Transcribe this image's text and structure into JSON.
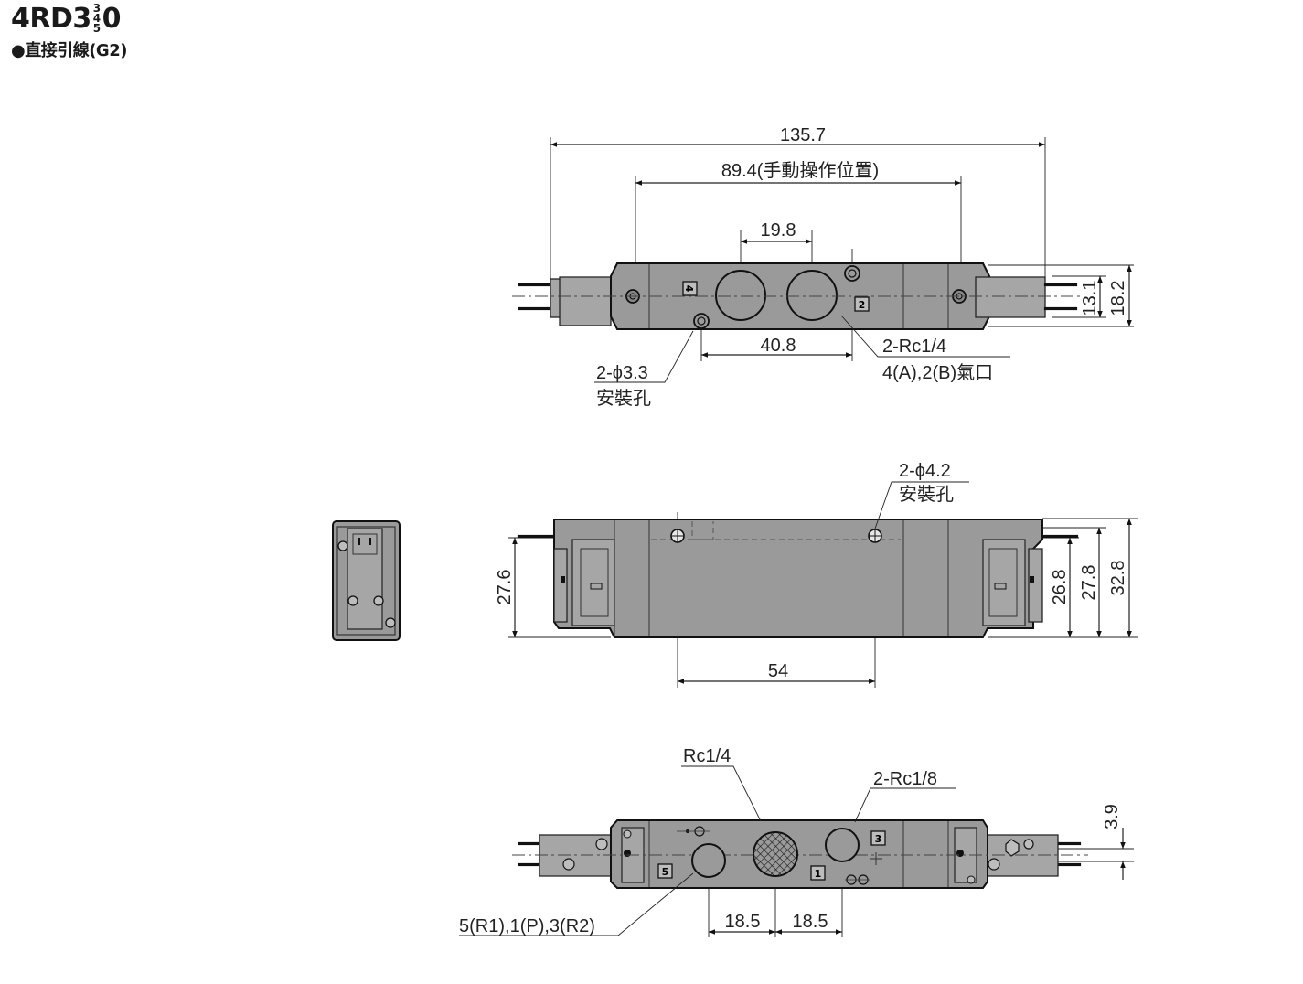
{
  "header": {
    "model_prefix": "4RD3",
    "model_frac_top": "3",
    "model_frac_mid": "4",
    "model_frac_bot": "5",
    "model_suffix": "0",
    "subtitle": "●直接引線(G2)"
  },
  "top_view": {
    "dim_overall": "135.7",
    "dim_manual": "89.4(手動操作位置)",
    "dim_port_pitch": "19.8",
    "dim_height_inner": "13.1",
    "dim_height_outer": "18.2",
    "dim_hole_pitch": "40.8",
    "port_callout_1": "2-Rc1/4",
    "port_callout_2": "4(A),2(B)氣口",
    "hole_callout_1": "2-ϕ3.3",
    "hole_callout_2": "安裝孔",
    "port_4_label": "4",
    "port_2_label": "2"
  },
  "front_view": {
    "hole_callout_1": "2-ϕ4.2",
    "hole_callout_2": "安裝孔",
    "dim_left_height": "27.6",
    "dim_h1": "26.8",
    "dim_h2": "27.8",
    "dim_h3": "32.8",
    "dim_hole_pitch": "54"
  },
  "bottom_view": {
    "callout_center": "Rc1/4",
    "callout_right": "2-Rc1/8",
    "callout_bottom": "5(R1),1(P),3(R2)",
    "dim_left": "18.5",
    "dim_right": "18.5",
    "dim_offset": "3.9",
    "port_5_label": "5",
    "port_1_label": "1",
    "port_3_label": "3"
  }
}
